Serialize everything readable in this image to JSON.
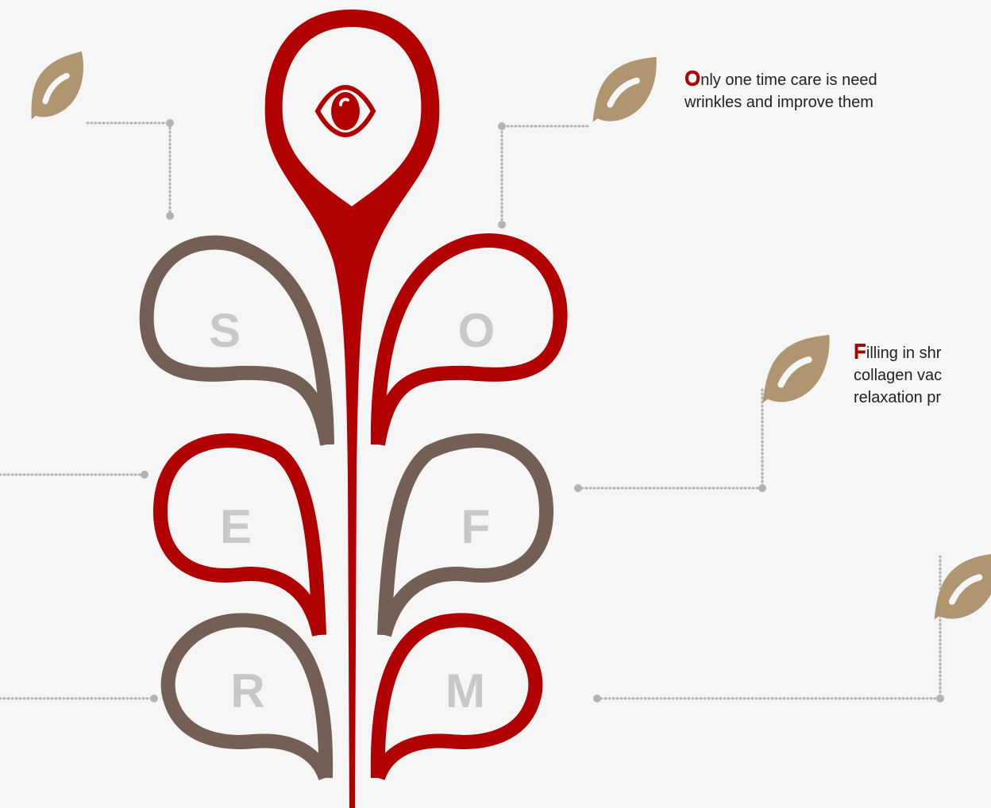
{
  "petals": [
    {
      "letter": "S",
      "color": "#735f55"
    },
    {
      "letter": "O",
      "color": "#b10000"
    },
    {
      "letter": "E",
      "color": "#b10000"
    },
    {
      "letter": "F",
      "color": "#735f55"
    },
    {
      "letter": "R",
      "color": "#735f55"
    },
    {
      "letter": "M",
      "color": "#b10000"
    }
  ],
  "top_pin": {
    "icon": "eye-icon",
    "color": "#b10000"
  },
  "leaf_color": "#b09571",
  "connector_color": "#b3b3b3",
  "captions": [
    {
      "initial": "O",
      "line1_rest": "nly one time care is need",
      "line2": "wrinkles and improve them"
    },
    {
      "initial": "F",
      "line1_rest": "illing in shr",
      "line2": "collagen vac",
      "line3": "relaxation pr"
    }
  ]
}
